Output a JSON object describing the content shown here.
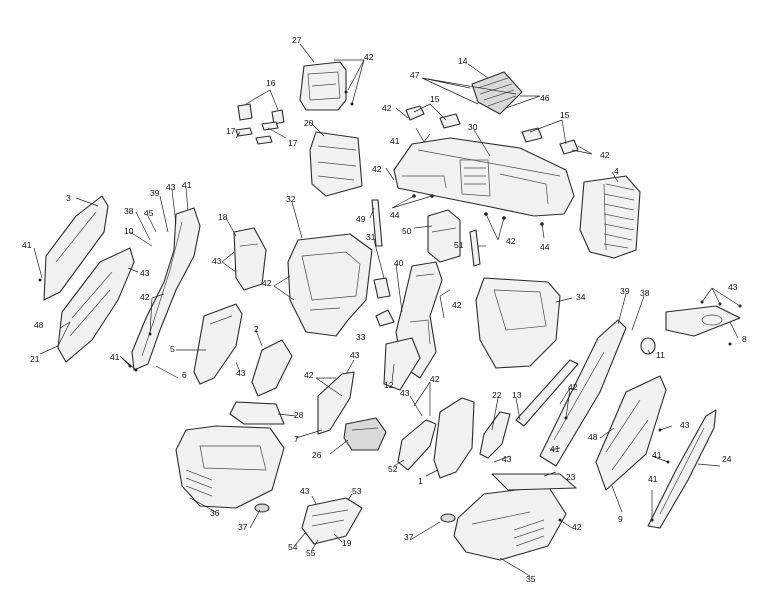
{
  "callout_numbers": [
    "1",
    "2",
    "3",
    "4",
    "5",
    "6",
    "7",
    "8",
    "9",
    "10",
    "11",
    "12",
    "13",
    "14",
    "15",
    "16",
    "17",
    "18",
    "19",
    "20",
    "21",
    "22",
    "23",
    "24",
    "26",
    "27",
    "28",
    "30",
    "31",
    "32",
    "33",
    "34",
    "35",
    "36",
    "37",
    "38",
    "39",
    "40",
    "41",
    "42",
    "43",
    "44",
    "45",
    "46",
    "47",
    "48",
    "49",
    "50",
    "51",
    "52",
    "53",
    "54",
    "55"
  ],
  "line_color": "#2b2b2b",
  "fill_color": "#f1f1f1",
  "background": "#ffffff"
}
